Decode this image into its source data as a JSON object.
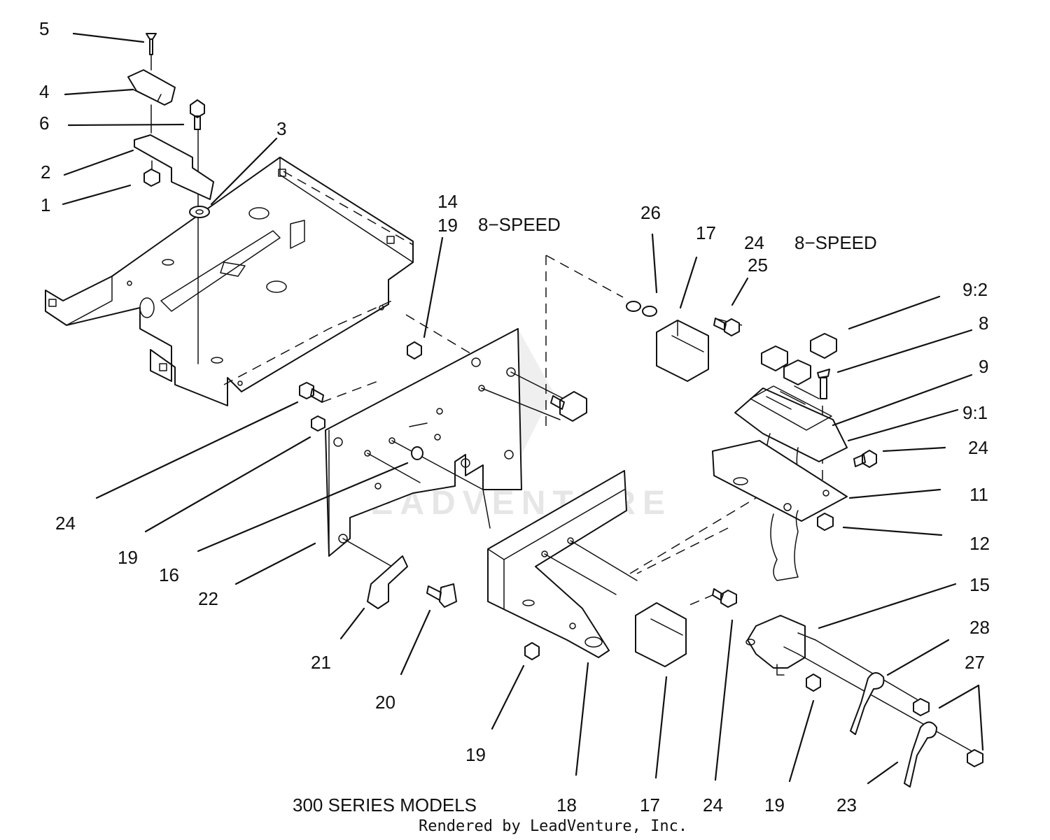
{
  "diagram": {
    "model_label": "300 SERIES MODELS",
    "footer_credit": "Rendered by LeadVenture, Inc.",
    "watermark": "LEADVENTURE",
    "speed_labels": [
      "8−SPEED",
      "8−SPEED"
    ],
    "callouts": [
      "5",
      "4",
      "6",
      "2",
      "1",
      "3",
      "14",
      "19",
      "26",
      "17",
      "24",
      "25",
      "9:2",
      "8",
      "9",
      "9:1",
      "24",
      "11",
      "12",
      "15",
      "28",
      "27",
      "23",
      "19",
      "24",
      "17",
      "18",
      "19",
      "20",
      "21",
      "22",
      "16",
      "19",
      "24"
    ]
  }
}
